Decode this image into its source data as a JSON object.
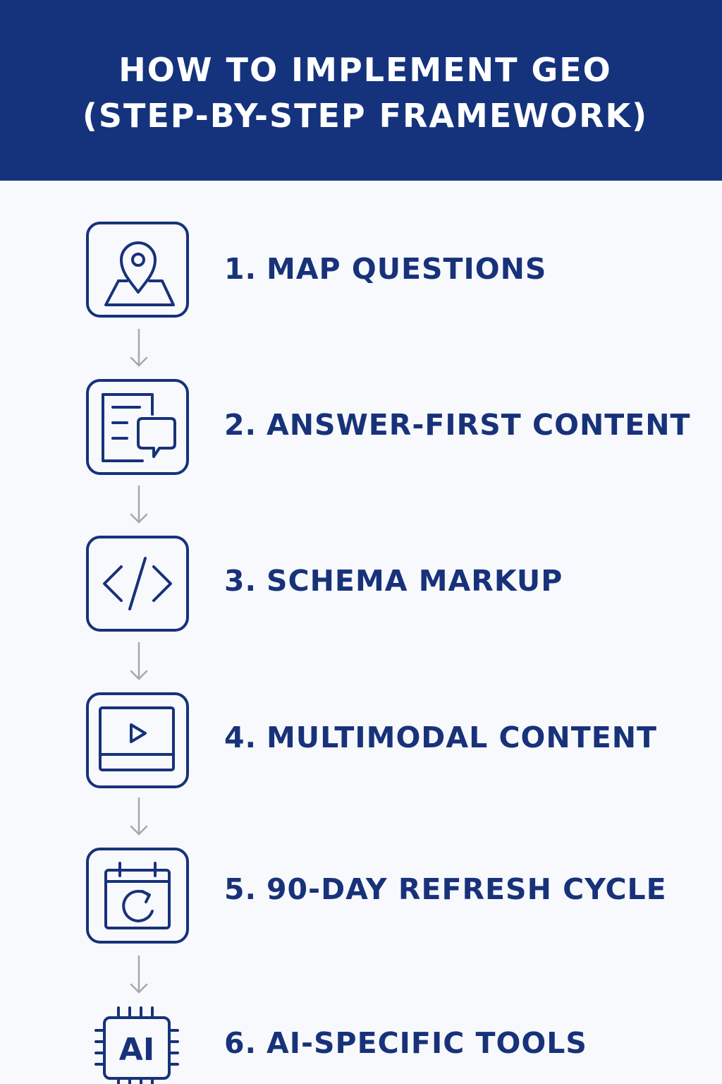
{
  "header": {
    "title_line1": "HOW TO IMPLEMENT GEO",
    "title_line2": "(STEP-BY-STEP FRAMEWORK)"
  },
  "colors": {
    "header_bg": "#14337c",
    "accent": "#18327a",
    "arrow": "#a8a8a8",
    "background": "#f7f9fc"
  },
  "steps": [
    {
      "number": "1.",
      "label": "MAP QUESTIONS",
      "icon": "map-pin-icon"
    },
    {
      "number": "2.",
      "label": "ANSWER-FIRST CONTENT",
      "icon": "document-chat-icon"
    },
    {
      "number": "3.",
      "label": "SCHEMA MARKUP",
      "icon": "code-icon"
    },
    {
      "number": "4.",
      "label": "MULTIMODAL CONTENT",
      "icon": "video-play-icon"
    },
    {
      "number": "5.",
      "label": "90-DAY REFRESH CYCLE",
      "icon": "calendar-refresh-icon"
    },
    {
      "number": "6.",
      "label": "AI-SPECIFIC TOOLS",
      "icon": "ai-chip-icon"
    }
  ],
  "ai_chip_text": "AI"
}
